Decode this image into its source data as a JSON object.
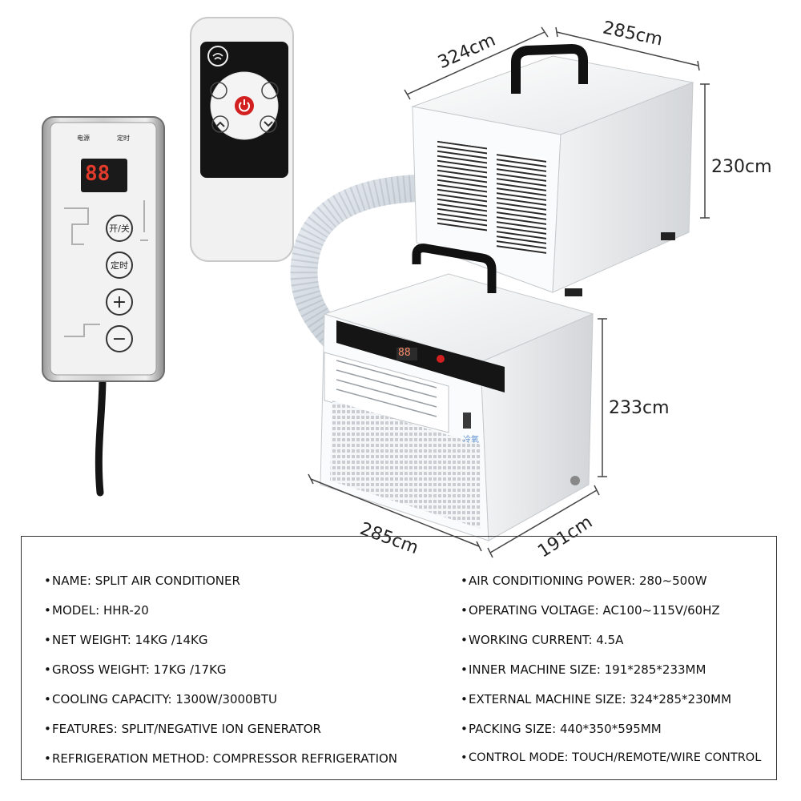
{
  "dimensions": {
    "outdoor_depth": "324cm",
    "outdoor_width": "285cm",
    "outdoor_height": "230cm",
    "indoor_height": "233cm",
    "indoor_width": "285cm",
    "indoor_depth": "191cm"
  },
  "wire_controller": {
    "label_power": "电源",
    "label_timer": "定时",
    "display": "88",
    "btn_onoff": "开/关",
    "btn_timer": "定时",
    "btn_plus": "+",
    "btn_minus": "−"
  },
  "indoor_unit": {
    "display": "88",
    "badge": "冷氧"
  },
  "specs_left": [
    "NAME: SPLIT AIR CONDITIONER",
    "MODEL: HHR-20",
    "NET WEIGHT: 14KG /14KG",
    "GROSS WEIGHT: 17KG /17KG",
    "COOLING CAPACITY: 1300W/3000BTU",
    "FEATURES: SPLIT/NEGATIVE ION GENERATOR",
    "REFRIGERATION METHOD: COMPRESSOR REFRIGERATION"
  ],
  "specs_right": [
    "AIR CONDITIONING POWER: 280~500W",
    "OPERATING VOLTAGE: AC100~115V/60HZ",
    "WORKING CURRENT: 4.5A",
    "INNER MACHINE SIZE: 191*285*233MM",
    "EXTERNAL MACHINE SIZE: 324*285*230MM",
    "PACKING SIZE: 440*350*595MM",
    "CONTROL MODE: TOUCH/REMOTE/WIRE CONTROL"
  ],
  "bullet": "•"
}
